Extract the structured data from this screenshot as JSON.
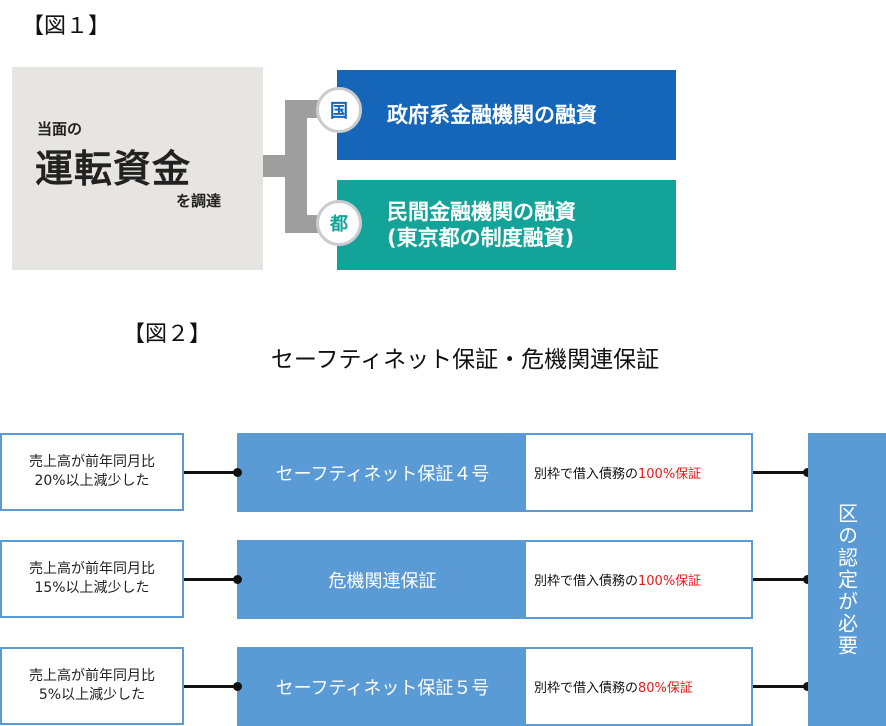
{
  "fig1": {
    "label": "【図１】",
    "source": {
      "line1": "当面の",
      "line2": "運転資金",
      "line3": "を調達"
    },
    "options": [
      {
        "badge": "国",
        "text": "政府系金融機関の融資",
        "color": "#1565b8"
      },
      {
        "badge": "都",
        "text": "民間金融機関の融資",
        "text2": "(東京都の制度融資)",
        "color": "#14a398"
      }
    ]
  },
  "fig2": {
    "label": "【図２】",
    "title": "セーフティネット保証・危機関連保証",
    "rows": [
      {
        "cond1": "売上高が前年同月比",
        "cond2": "20%以上減少した",
        "name": "セーフティネット保証４号",
        "desc": "別枠で借入債務の",
        "pct": "100%保証"
      },
      {
        "cond1": "売上高が前年同月比",
        "cond2": "15%以上減少した",
        "name": "危機関連保証",
        "desc": "別枠で借入債務の",
        "pct": "100%保証"
      },
      {
        "cond1": "売上高が前年同月比",
        "cond2": "5%以上減少した",
        "name": "セーフティネット保証５号",
        "desc": "別枠で借入債務の",
        "pct": "80%保証"
      }
    ],
    "requirement": "区の認定が必要",
    "accent": "#5b9bd5"
  }
}
